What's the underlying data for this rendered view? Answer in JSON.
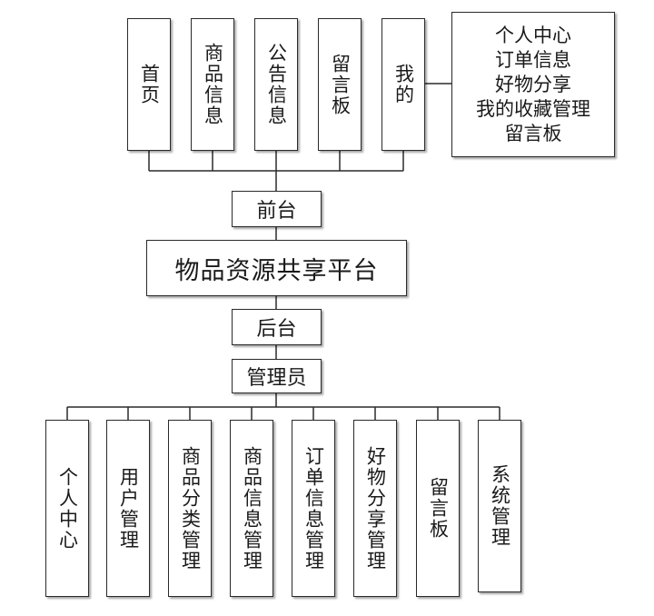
{
  "front_modules": [
    "首页",
    "商品信息",
    "公告信息",
    "留言板",
    "我的"
  ],
  "my_submenu": [
    "个人中心",
    "订单信息",
    "好物分享",
    "我的收藏管理",
    "留言板"
  ],
  "front_label": "前台",
  "platform_title": "物品资源共享平台",
  "back_label": "后台",
  "admin_label": "管理员",
  "admin_modules": [
    "个人中心",
    "用户管理",
    "商品分类管理",
    "商品信息管理",
    "订单信息管理",
    "好物分享管理",
    "留言板",
    "系统管理"
  ]
}
